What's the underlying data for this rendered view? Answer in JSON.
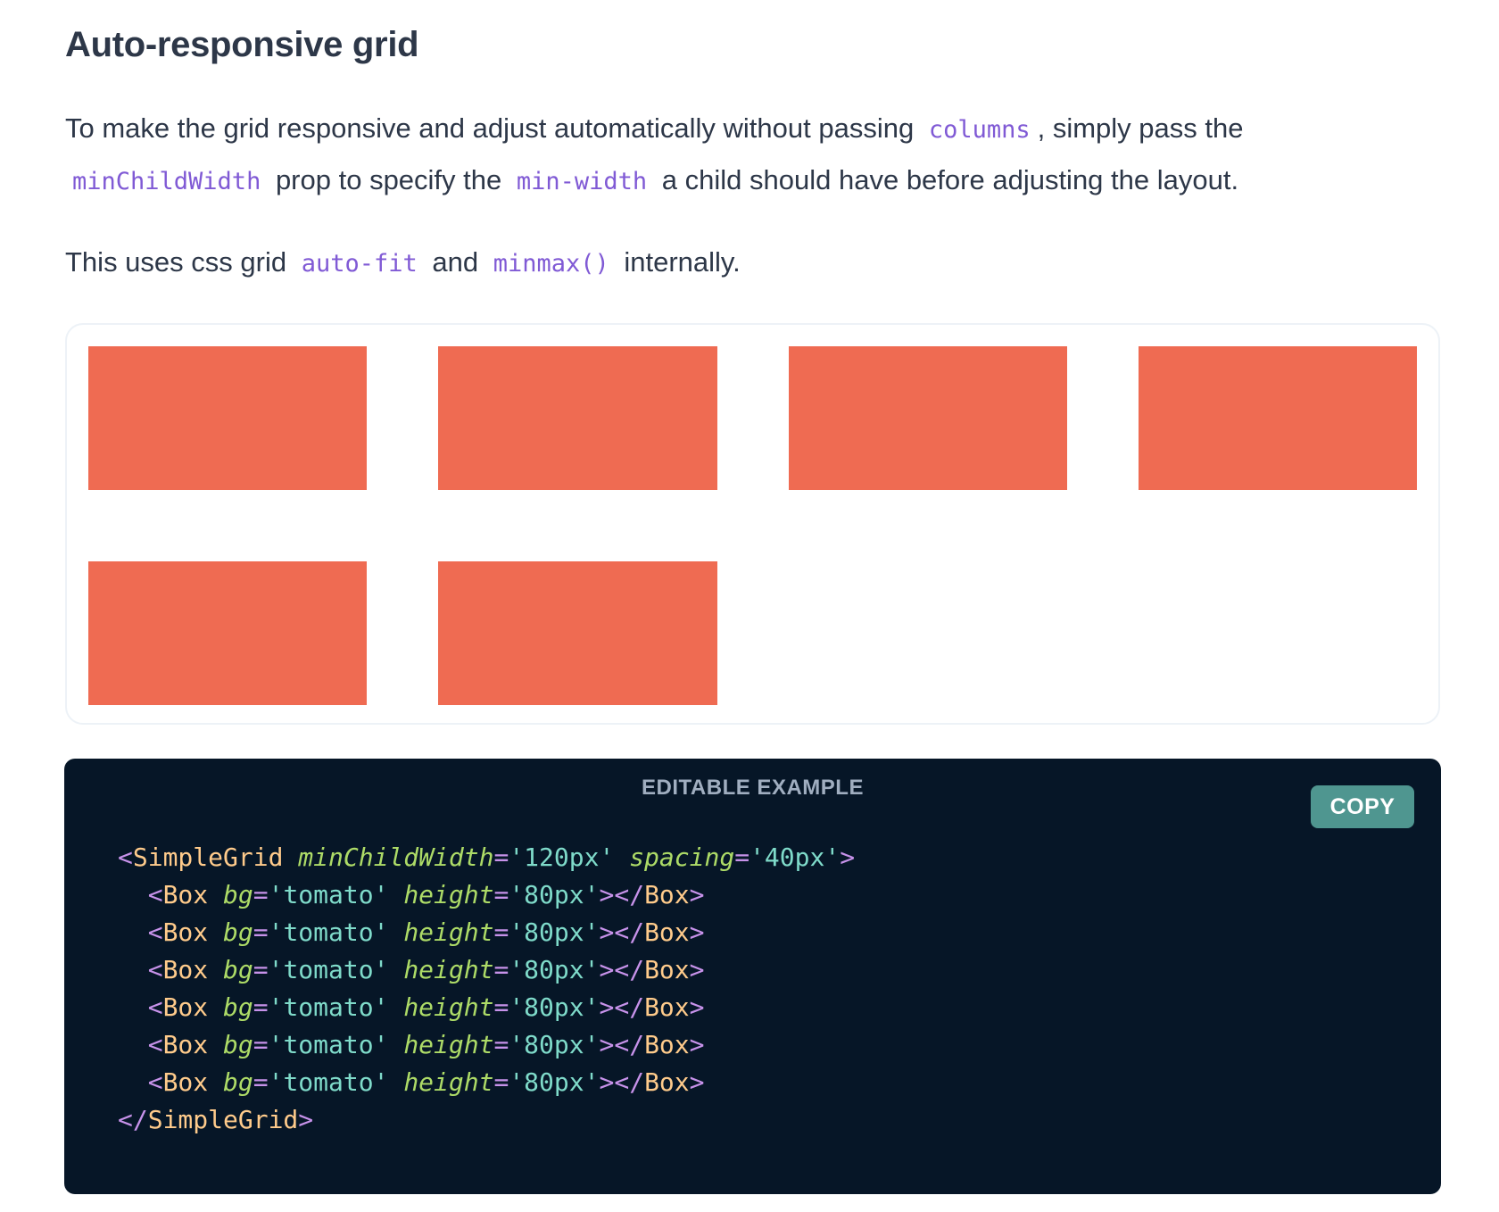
{
  "section": {
    "title": "Auto-responsive grid"
  },
  "paragraph1": {
    "part1": "To make the grid responsive and adjust automatically without passing ",
    "code1": "columns",
    "part2": ", simply pass the ",
    "code2": "minChildWidth",
    "part3": " prop to specify the ",
    "code3": "min-width",
    "part4": " a child should have before adjusting the layout."
  },
  "paragraph2": {
    "part1": "This uses css grid ",
    "code1": "auto-fit",
    "part2": " and ",
    "code2": "minmax()",
    "part3": " internally."
  },
  "demo": {
    "box_count": 6,
    "box_color": "#ef6b52"
  },
  "code_panel": {
    "label": "EDITABLE EXAMPLE",
    "copy_label": "COPY",
    "open_tag": "SimpleGrid",
    "open_attrs": [
      {
        "name": "minChildWidth",
        "value": "120px"
      },
      {
        "name": "spacing",
        "value": "40px"
      }
    ],
    "child_tag": "Box",
    "child_attrs": [
      {
        "name": "bg",
        "value": "tomato"
      },
      {
        "name": "height",
        "value": "80px"
      }
    ],
    "child_count": 6,
    "background": "#061627",
    "copy_color": "#4f9690"
  },
  "colors": {
    "heading": "#2d3748",
    "inline_code": "#805ad5"
  }
}
